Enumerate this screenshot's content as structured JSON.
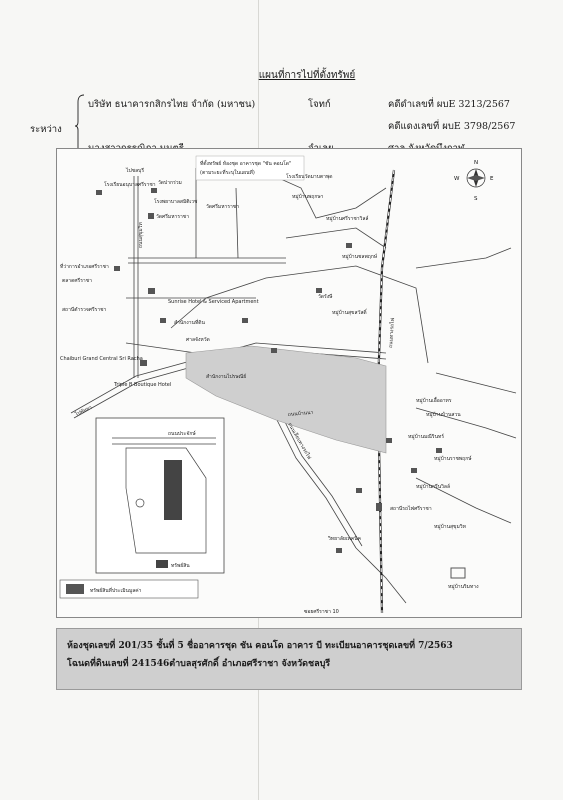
{
  "title": "แผนที่การไปที่ตั้งทรัพย์",
  "parties": {
    "between_label": "ระหว่าง",
    "plaintiff_name": "บริษัท ธนาคารกสิกรไทย จำกัด (มหาชน)",
    "plaintiff_role": "โจทก์",
    "defendant_name": "นางสาวกรรณิกา มนตรี",
    "defendant_role": "จำเลย",
    "black_case": "คดีดำเลขที่ ผบE 3213/2567",
    "red_case": "คดีแดงเลขที่ ผบE 3798/2567",
    "court": "ศาล จังหวัดบึงกาฬ"
  },
  "compass": {
    "n": "N",
    "s": "S",
    "e": "E",
    "w": "W"
  },
  "map": {
    "note_line1": "ที่ตั้งทรัพย์ ห้องชุด อาคารชุด \"ชัน คอนโด\"",
    "note_line2": "(ตามระยะที่ระบุในแผนที่)",
    "labels": [
      "ไปชลบุรี",
      "โรงเรียนอนุบาลศรีราชา",
      "วัดปากร่วม",
      "โรงพยาบาลสมิติเวช",
      "วัดศรีมหาราชา",
      "วัดศรีมหาราชา",
      "ที่ว่าการอำเภอศรีราชา",
      "ตลาดศรีราชา",
      "สถานีตำรวจศรีราชา",
      "Sunrise Hotel & Serviced Apartment",
      "สำนักงานที่ดิน",
      "ศาลจังหวัด",
      "Chaiburi Grand Central Sri Racha",
      "Triple B Boutique Hotel",
      "สำนักงานไปรษณีย์",
      "ไปพัทยา",
      "วัดรังษี",
      "โรงเรียนวัดมาบตาพุด",
      "หมู่บ้านพฤกษา",
      "หมู่บ้านศรีราชาวิลล์",
      "หมู่บ้านชลพฤกษ์",
      "หมู่บ้านสุขสวัสดิ์",
      "หมู่บ้านเอื้ออาทร",
      "หมู่บ้านบ้านสวน",
      "หมู่บ้านมณีรินทร์",
      "หมู่บ้านราชพฤกษ์",
      "หมู่บ้านกรีนวิลล์",
      "หมู่บ้านสุขุมวิท",
      "วิทยาลัยเทคนิค",
      "สถานีรถไฟศรีราชา",
      "ถนนสุขุมวิท",
      "ถนนทางรถไฟ",
      "ถนนเลียบทางรถไฟ",
      "ถนนบ้านนา",
      "ซอยศรีราชา 10",
      "หมู่บ้านริมทาง"
    ],
    "inset_road": "ถนนประจักษ์",
    "inset_legend": "ทรัพย์สิน",
    "legend": "ทรัพย์สินที่ประเมินมูลค่า"
  },
  "footer": {
    "line1": "ห้องชุดเลขที่  201/35  ชั้นที่ 5  ชื่ออาคารชุด ชัน คอนโด อาคาร บี ทะเบียนอาคารชุดเลขที่ 7/2563",
    "line2": "โฉนดที่ดินเลขที่ 241546ตำบลสุรศักดิ์  อำเภอศรีราชา  จังหวัดชลบุรี"
  }
}
